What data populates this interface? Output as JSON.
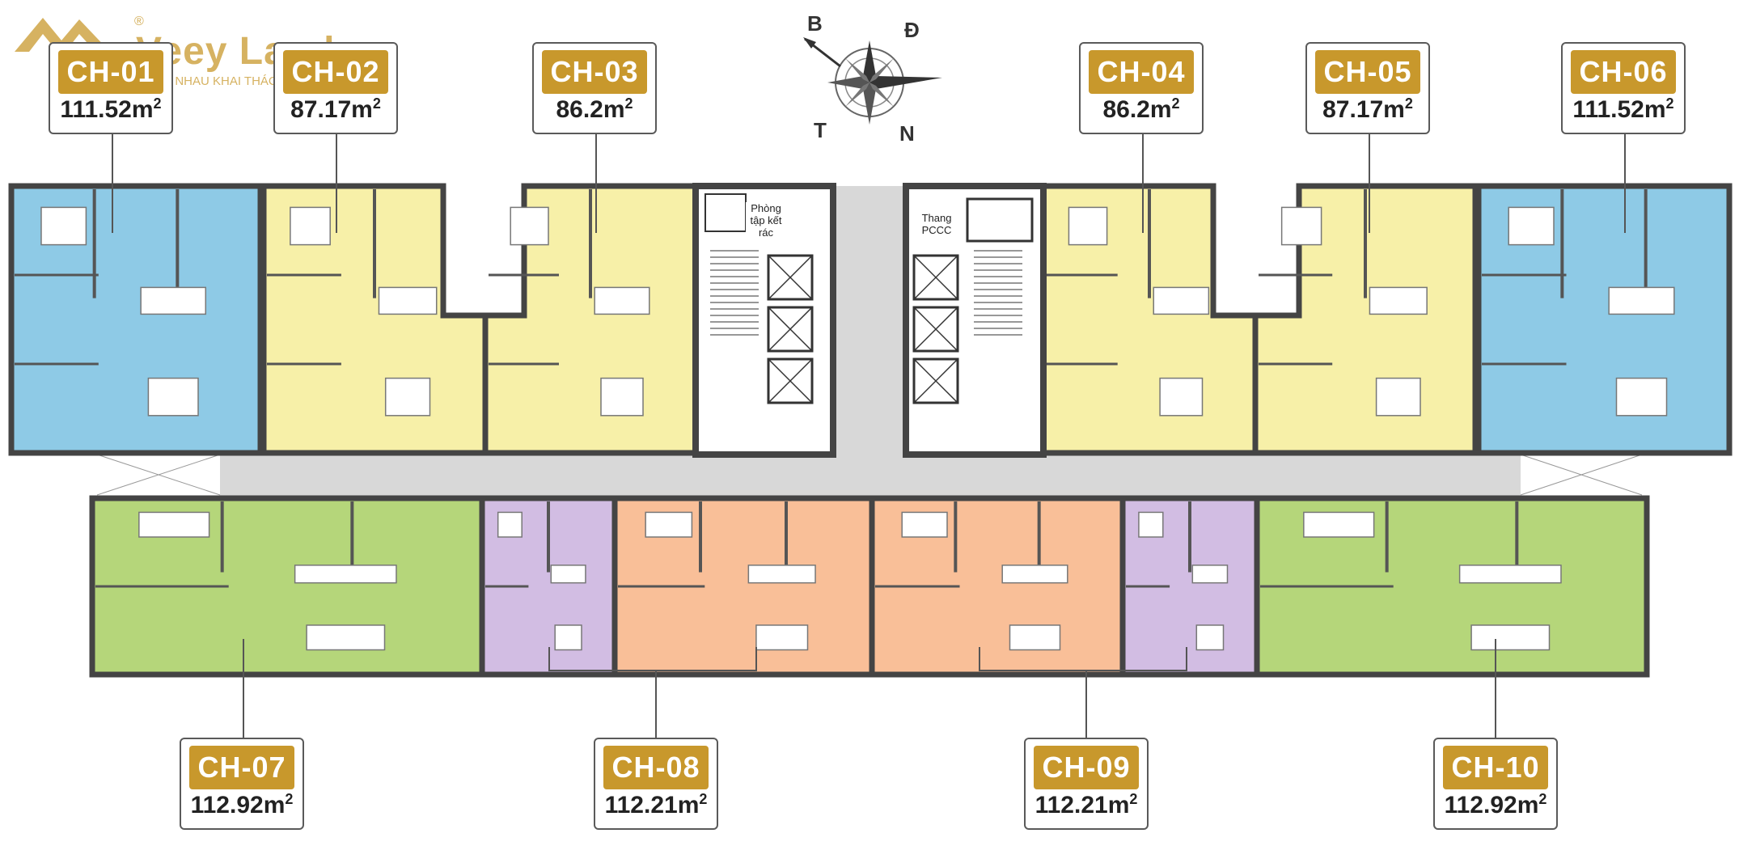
{
  "logo": {
    "text": "Veey Land",
    "registered": "®",
    "tagline": "CÙNG NHAU KHAI THÁC"
  },
  "compass": {
    "north": "B",
    "east": "Đ",
    "west": "T",
    "south": "N"
  },
  "rooms": {
    "trash_room": [
      "Phòng",
      "tập kết",
      "rác"
    ],
    "fire_elevator": [
      "Thang",
      "PCCC"
    ]
  },
  "units": [
    {
      "code": "CH-01",
      "area": "111.52m",
      "color": "#8ecae6"
    },
    {
      "code": "CH-02",
      "area": "87.17m",
      "color": "#f7f0a8"
    },
    {
      "code": "CH-03",
      "area": "86.2m",
      "color": "#f7f0a8"
    },
    {
      "code": "CH-04",
      "area": "86.2m",
      "color": "#f7f0a8"
    },
    {
      "code": "CH-05",
      "area": "87.17m",
      "color": "#f7f0a8"
    },
    {
      "code": "CH-06",
      "area": "111.52m",
      "color": "#8ecae6"
    },
    {
      "code": "CH-07",
      "area": "112.92m",
      "color": "#b5d67a"
    },
    {
      "code": "CH-08",
      "area": "112.21m",
      "color": "#f9bf98"
    },
    {
      "code": "CH-09",
      "area": "112.21m",
      "color": "#f9bf98"
    },
    {
      "code": "CH-10",
      "area": "112.92m",
      "color": "#b5d67a"
    }
  ],
  "area_unit_superscript": "2",
  "colors": {
    "blue": "#8ecae6",
    "yellow": "#f7f0a8",
    "green": "#b5d67a",
    "orange": "#f9bf98",
    "purple": "#d2bde3",
    "corridor": "#d8d8d8",
    "wall": "#444444",
    "gold": "#c8982c"
  }
}
